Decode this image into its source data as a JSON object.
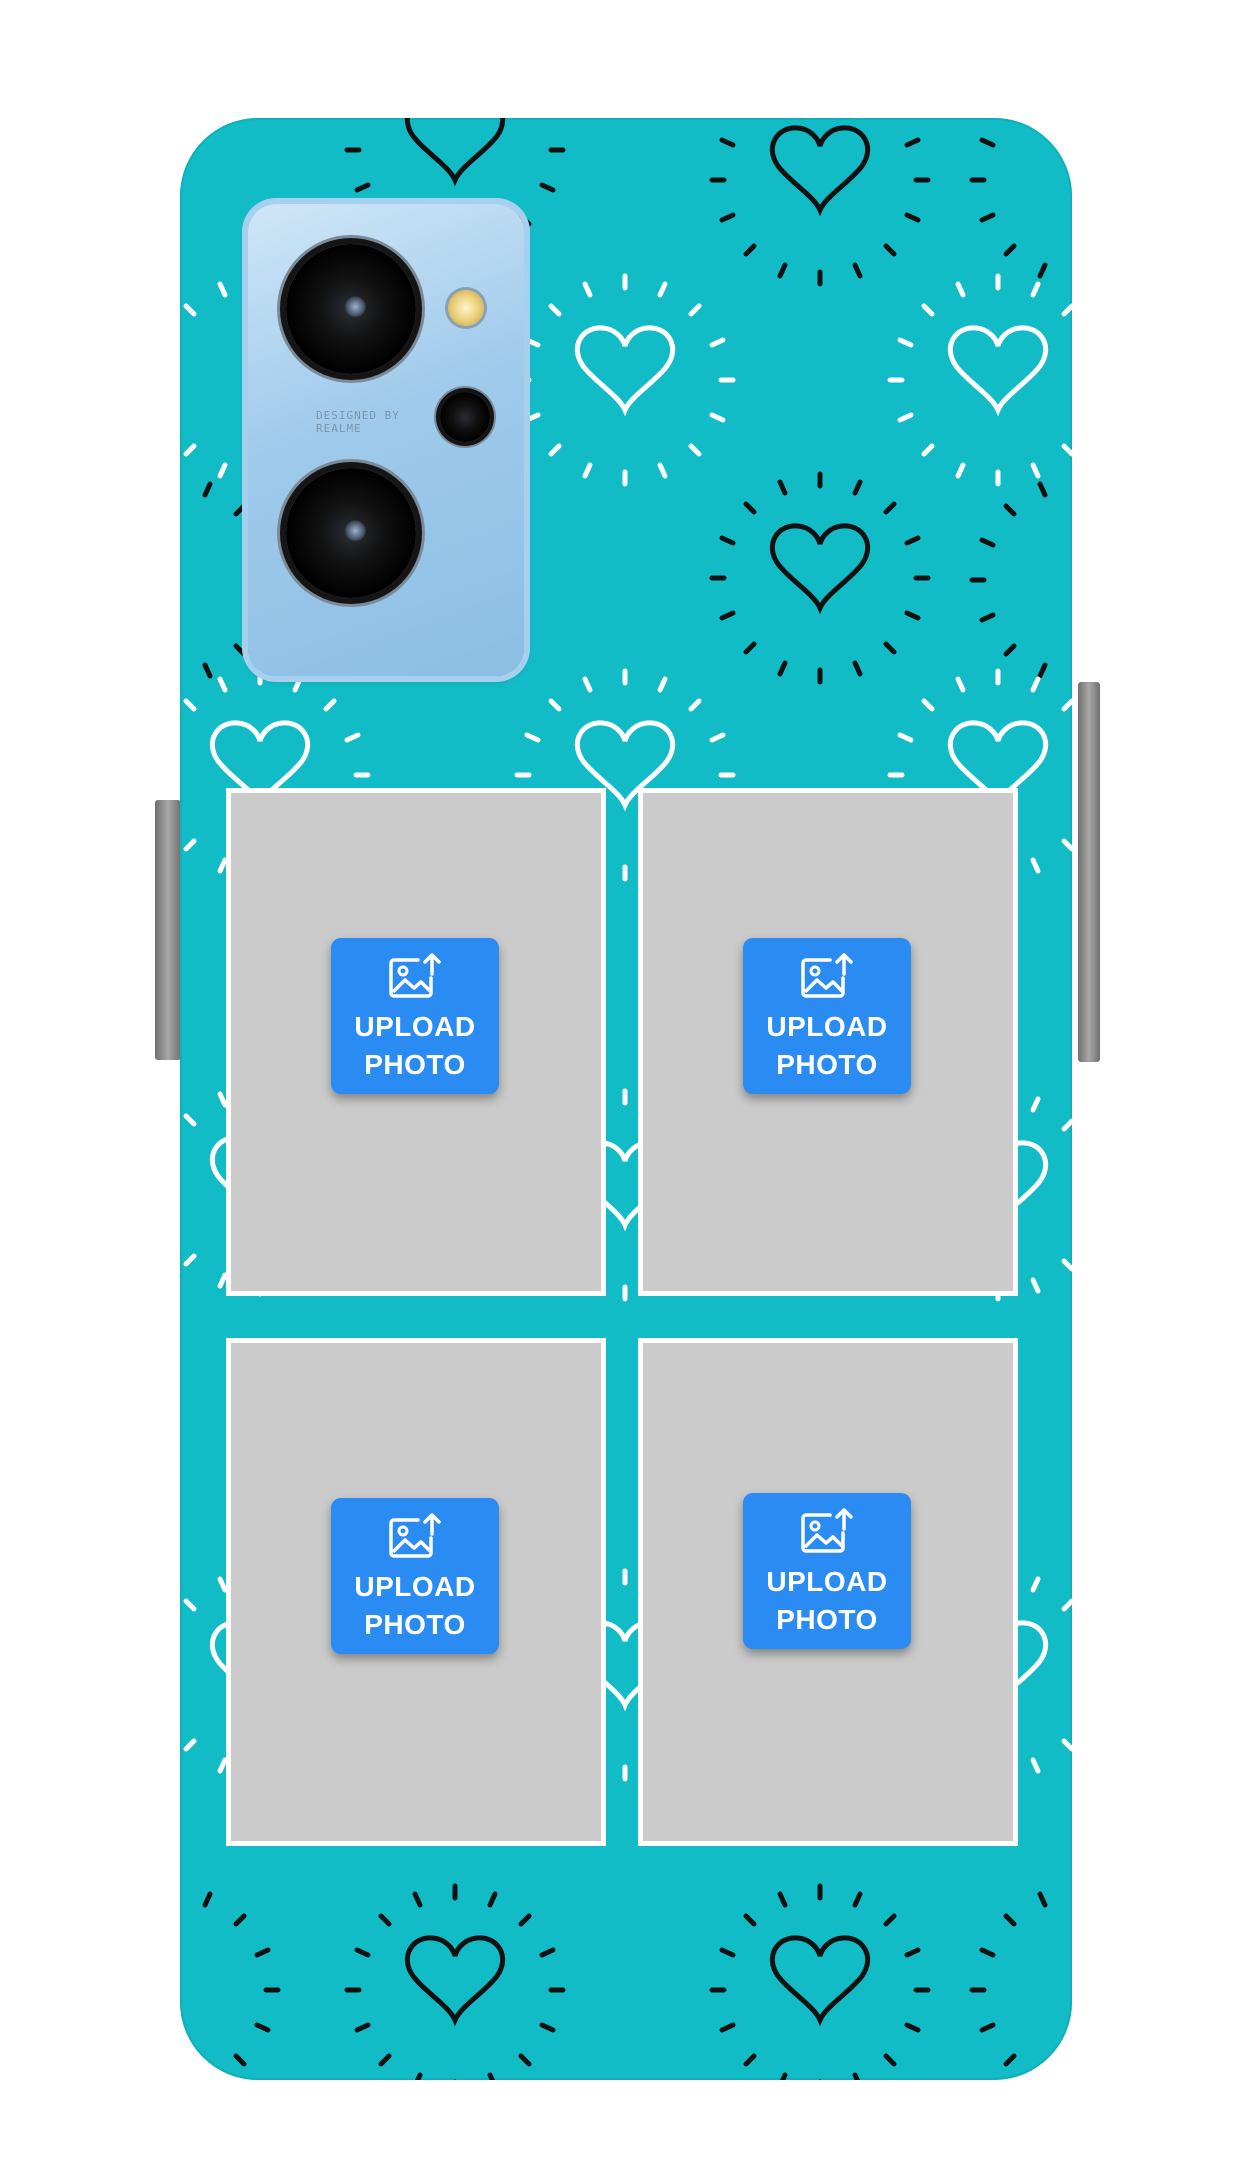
{
  "case": {
    "background_color": "#12bcc6",
    "pattern": "heart-pattern",
    "camera_text": "DESIGNED BY\nREALME"
  },
  "slots": [
    {
      "button_line1": "UPLOAD",
      "button_line2": "PHOTO",
      "icon": "image-upload-icon"
    },
    {
      "button_line1": "UPLOAD",
      "button_line2": "PHOTO",
      "icon": "image-upload-icon"
    },
    {
      "button_line1": "UPLOAD",
      "button_line2": "PHOTO",
      "icon": "image-upload-icon"
    },
    {
      "button_line1": "UPLOAD",
      "button_line2": "PHOTO",
      "icon": "image-upload-icon"
    }
  ],
  "colors": {
    "accent": "#2a8bf2",
    "slot_fill": "#cbcbcb",
    "heart_dark": "#111111",
    "heart_light": "#ffffff"
  }
}
